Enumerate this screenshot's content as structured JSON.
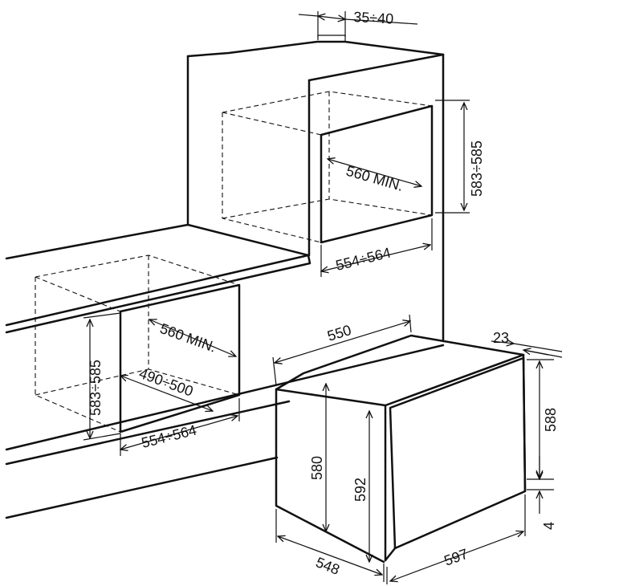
{
  "dimensions": {
    "top_gap": "35÷40",
    "upper_niche_height": "583÷585",
    "upper_niche_depth": "560 MIN.",
    "upper_niche_width": "554÷564",
    "lower_niche_height": "583÷585",
    "lower_niche_depth": "560 MIN.",
    "lower_niche_inner": "490÷500",
    "lower_niche_width": "554÷564",
    "oven_depth": "550",
    "oven_front_offset": "23",
    "oven_front_height": "588",
    "oven_body_height": "580",
    "oven_door_height": "592",
    "oven_bottom_gap": "4",
    "oven_side_depth": "548",
    "oven_front_width": "597"
  }
}
